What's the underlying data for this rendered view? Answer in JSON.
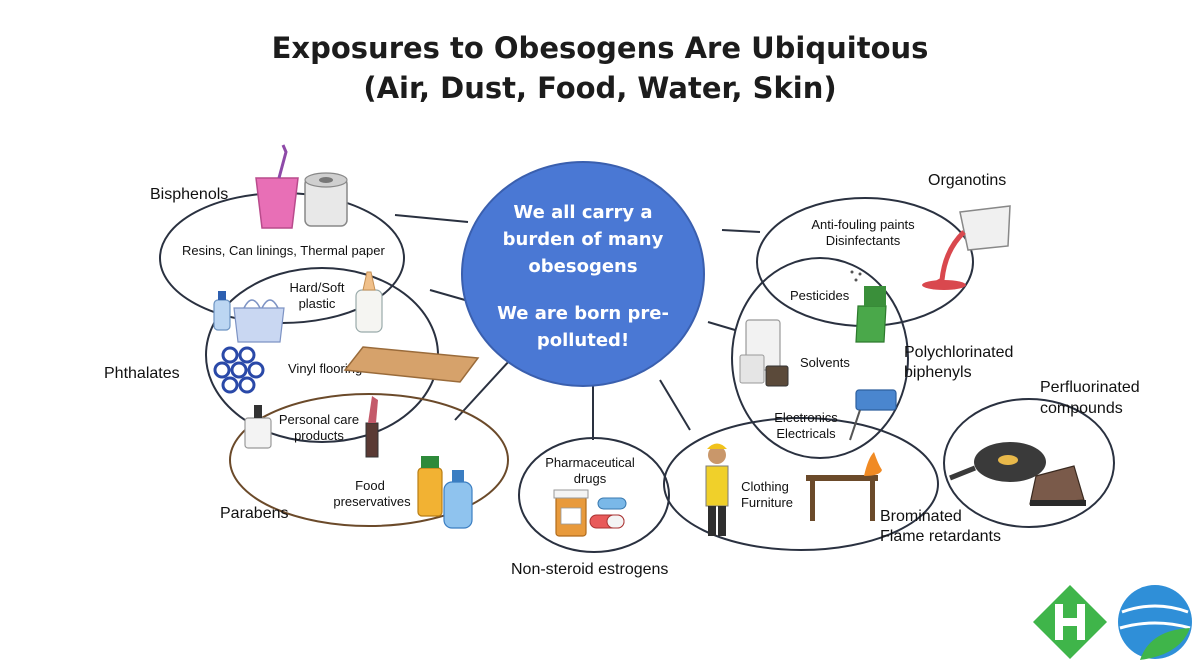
{
  "title": {
    "line1": "Exposures to Obesogens Are Ubiquitous",
    "line2": "(Air, Dust, Food, Water, Skin)"
  },
  "center": {
    "line1": "We  all carry a",
    "line2": "burden of many",
    "line3": "obesogens",
    "line4": "We are born pre-",
    "line5": "polluted!",
    "color": "#4a78d4"
  },
  "categories": {
    "bisphenols": "Bisphenols",
    "phthalates": "Phthalates",
    "parabens": "Parabens",
    "non_steroid_estrogens": "Non-steroid estrogens",
    "organotins": "Organotins",
    "pcb_line1": "Polychlorinated",
    "pcb_line2": "biphenyls",
    "pfc_line1": "Perfluorinated",
    "pfc_line2": "compounds",
    "bfr_line1": "Brominated",
    "bfr_line2": "Flame retardants"
  },
  "sources": {
    "resins": "Resins, Can linings, Thermal paper",
    "hard_soft_1": "Hard/Soft",
    "hard_soft_2": "plastic",
    "vinyl": "Vinyl flooring",
    "personal_1": "Personal care",
    "personal_2": "products",
    "food_1": "Food",
    "food_2": "preservatives",
    "pharma_1": "Pharmaceutical",
    "pharma_2": "drugs",
    "antifouling_1": "Anti-fouling paints",
    "antifouling_2": "Disinfectants",
    "pesticides": "Pesticides",
    "solvents": "Solvents",
    "electronics_1": "Electronics",
    "electronics_2": "Electricals",
    "clothing_1": "Clothing",
    "clothing_2": "Furniture"
  },
  "colors": {
    "ellipse_stroke": "#2a3140",
    "paraben_stroke": "#6b4a2a",
    "logo_green": "#3fb54a",
    "logo_blue": "#2f8fd8"
  }
}
